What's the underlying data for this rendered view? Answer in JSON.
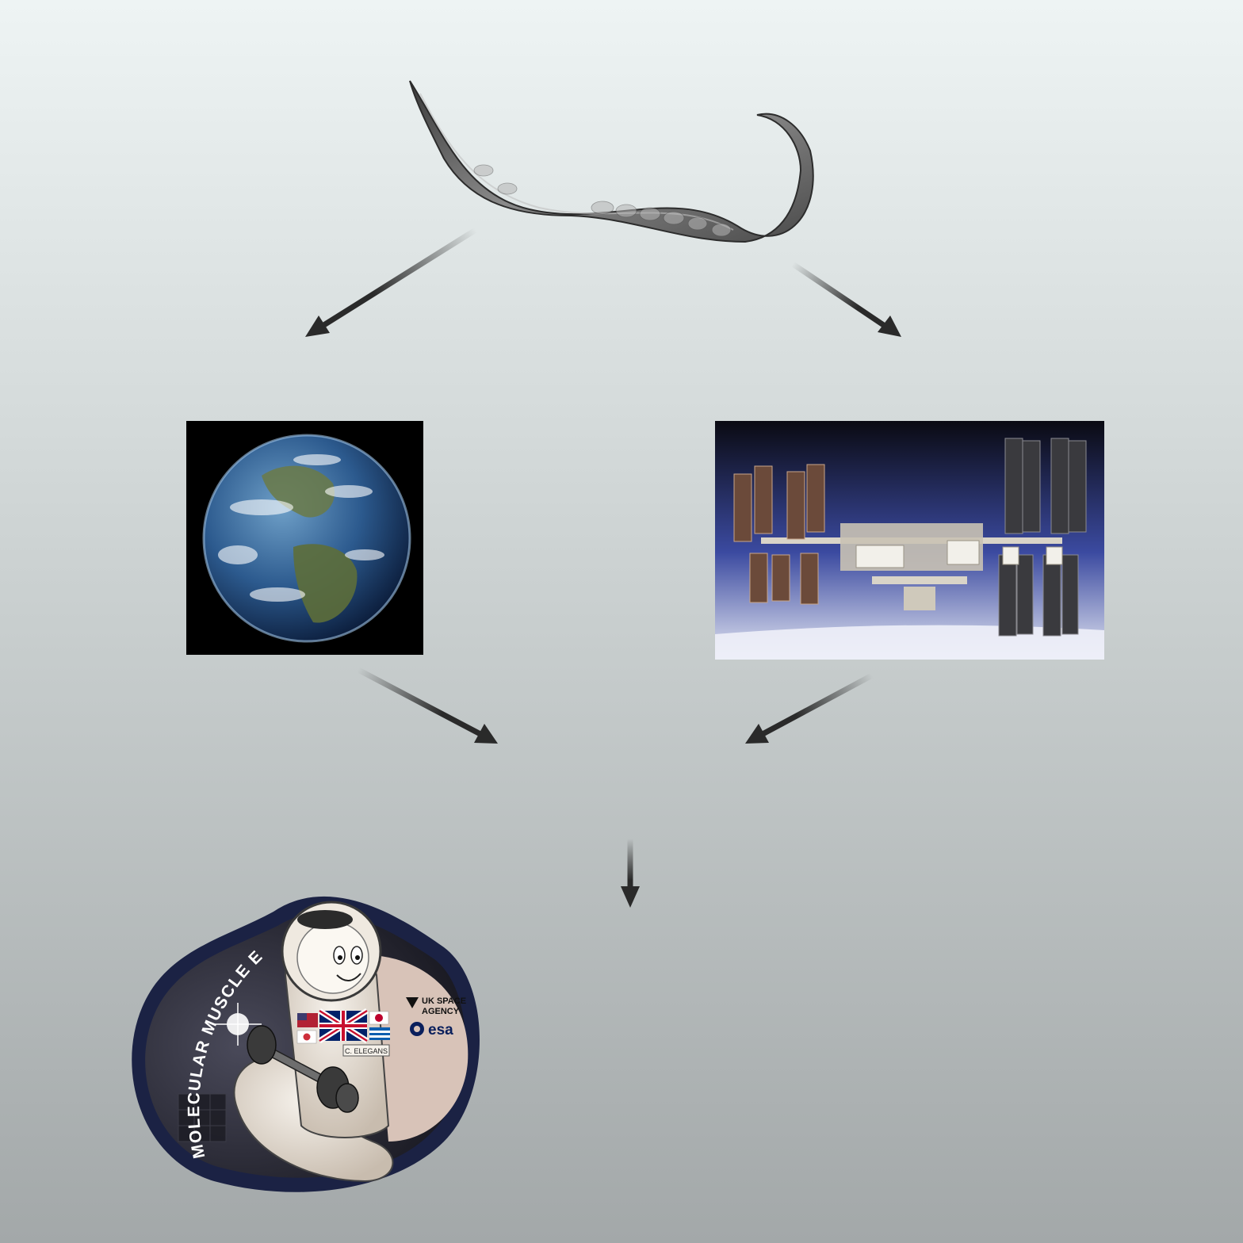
{
  "diagram": {
    "nodes": [
      {
        "id": "worm",
        "icon": "c-elegans-worm-icon"
      },
      {
        "id": "earth",
        "icon": "earth-photo"
      },
      {
        "id": "iss",
        "icon": "iss-photo"
      },
      {
        "id": "patch",
        "icon": "mission-patch"
      }
    ],
    "edges": [
      {
        "from": "worm",
        "to": "earth"
      },
      {
        "from": "worm",
        "to": "iss"
      },
      {
        "from": "earth",
        "to": "combined"
      },
      {
        "from": "iss",
        "to": "combined"
      },
      {
        "from": "combined",
        "to": "patch"
      }
    ]
  },
  "patch": {
    "arc_text": "MOLECULAR MUSCLE EXPERIMENT",
    "name_tag": "C. ELEGANS",
    "agency_logo": "UK SPACE AGENCY",
    "agency_line1": "UK SPACE",
    "agency_line2": "AGENCY",
    "esa_logo": "esa"
  },
  "colors": {
    "arrow": "#2a2a2a",
    "background_top": "#eef4f4",
    "background_bottom": "#a3a8a9",
    "patch_border": "#1b2244"
  }
}
